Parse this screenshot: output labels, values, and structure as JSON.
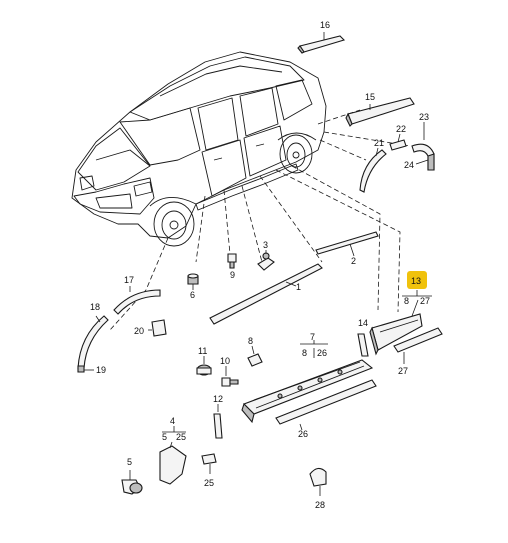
{
  "callouts": {
    "c1": "1",
    "c2": "2",
    "c3": "3",
    "c4": "4",
    "c5": "5",
    "c6": "6",
    "c7": "7",
    "c8": "8",
    "c9": "9",
    "c10": "10",
    "c11": "11",
    "c12": "12",
    "c13": "13",
    "c15": "15",
    "c16": "16",
    "c17": "17",
    "c18": "18",
    "c19": "19",
    "c20": "20",
    "c21": "21",
    "c22": "22",
    "c23": "23",
    "c24": "24",
    "c25": "25",
    "c26": "26",
    "c27": "27",
    "c28": "28"
  },
  "sub_refs": {
    "g4_a": "5",
    "g4_b": "25",
    "g7_a": "8",
    "g7_b": "26",
    "g13_a": "8",
    "g13_b": "27"
  },
  "highlight": {
    "callout": "13",
    "color": "#f0c20c"
  }
}
